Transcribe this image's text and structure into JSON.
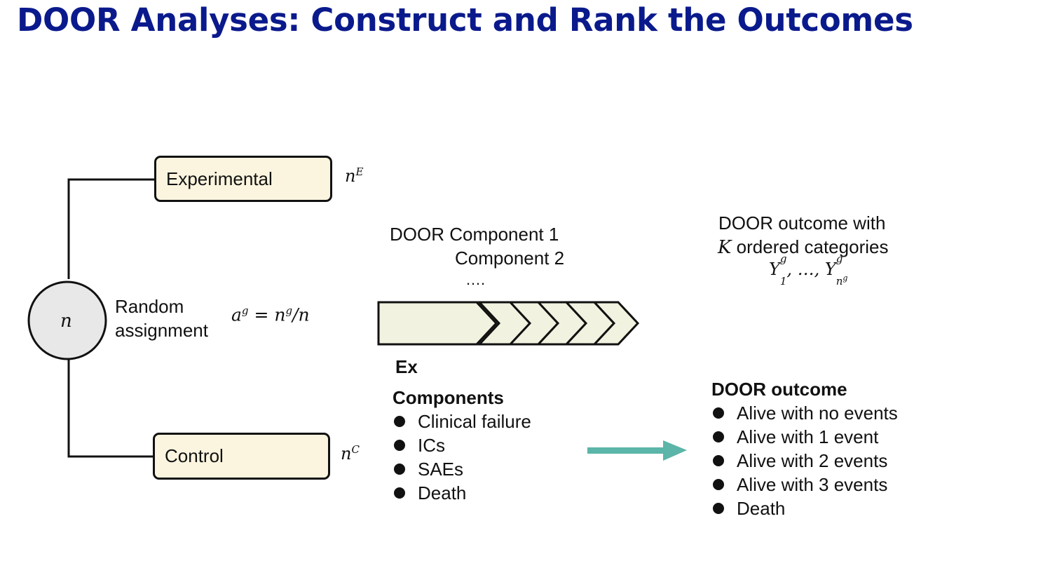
{
  "slide": {
    "title": "DOOR Analyses: Construct and Rank the Outcomes"
  },
  "randomization": {
    "circle_label": "n",
    "random_label_line1": "Random",
    "random_label_line2": "assignment",
    "formula": "a^g = n^g / n",
    "experimental_label": "Experimental",
    "experimental_count": "n^E",
    "control_label": "Control",
    "control_count": "n^C"
  },
  "components_diagram": {
    "door_component_1": "DOOR Component 1",
    "component_2": "Component 2",
    "ellipsis": "….",
    "example_label": "Ex",
    "components_heading": "Components",
    "components": [
      "Clinical failure",
      "ICs",
      "SAEs",
      "Death"
    ]
  },
  "outcome": {
    "description_line1": "DOOR outcome with",
    "description_line2_var": "K",
    "description_line2_text": " ordered categories",
    "formula": "Y1^g, …, Yn^g^g",
    "heading": "DOOR outcome",
    "categories": [
      "Alive with no events",
      "Alive with 1 event",
      "Alive with 2 events",
      "Alive with 3 events",
      "Death"
    ]
  },
  "colors": {
    "title": "#0a1a8c",
    "box_fill": "#fbf5df",
    "arrow_fill": "#f1f2df",
    "circle_fill": "#e8e8e8",
    "transition_arrow": "#5bb5a8"
  }
}
